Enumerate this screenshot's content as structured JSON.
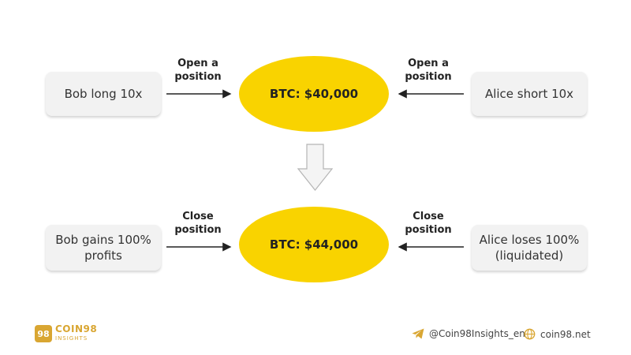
{
  "row1": {
    "left_box": "Bob long 10x",
    "left_label": [
      "Open a",
      "position"
    ],
    "center": "BTC: $40,000",
    "right_label": [
      "Open a",
      "position"
    ],
    "right_box": "Alice short 10x"
  },
  "row2": {
    "left_box": [
      "Bob gains 100%",
      "profits"
    ],
    "left_label": [
      "Close",
      "position"
    ],
    "center": "BTC: $44,000",
    "right_label": [
      "Close",
      "position"
    ],
    "right_box": [
      "Alice loses 100%",
      "(liquidated)"
    ]
  },
  "footer": {
    "logo_mark": "98",
    "logo_name": "COIN98",
    "logo_sub": "INSIGHTS",
    "telegram": "@Coin98Insights_en",
    "website": "coin98.net"
  },
  "colors": {
    "oval": "#f9d300",
    "box": "#f2f2f2",
    "brand": "#d9a632",
    "telegram_icon": "#d9a632",
    "web_icon": "#d9a632"
  }
}
